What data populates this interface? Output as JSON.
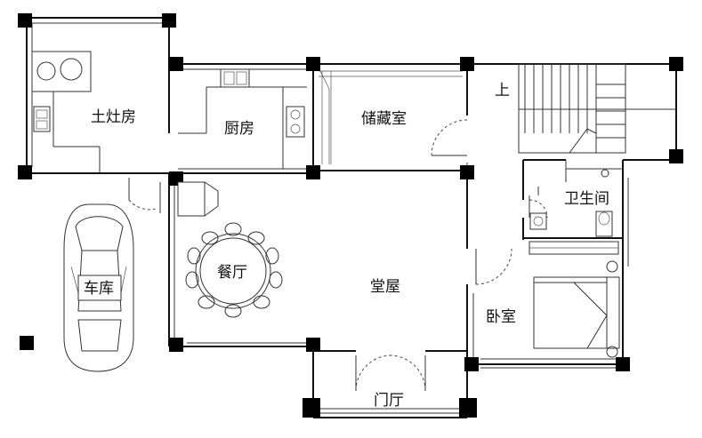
{
  "rooms": {
    "stove_room": "土灶房",
    "kitchen": "厨房",
    "storage": "储藏室",
    "stairs_up": "上",
    "bathroom": "卫生间",
    "dining": "餐厅",
    "hall": "堂屋",
    "bedroom": "卧室",
    "entrance": "门厅",
    "garage": "车库"
  }
}
